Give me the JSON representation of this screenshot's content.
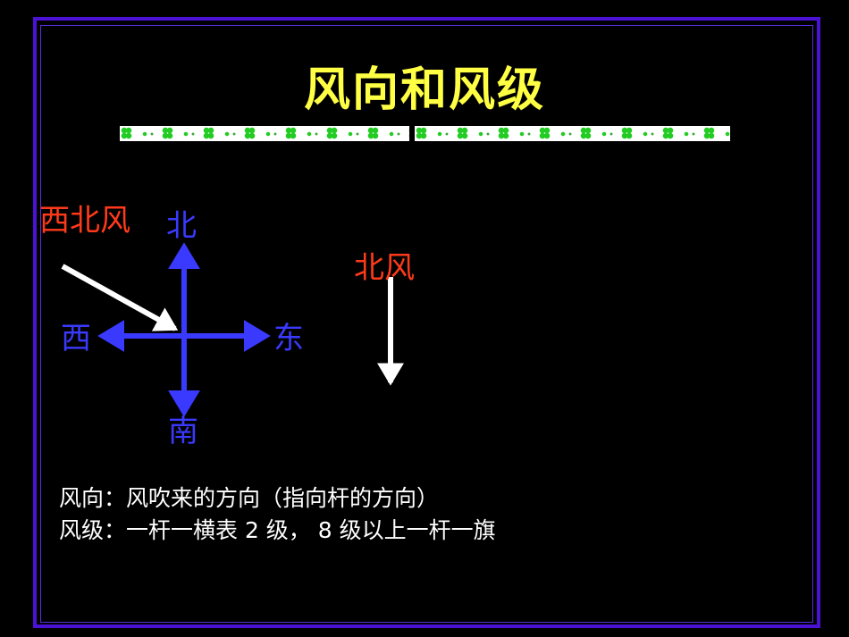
{
  "slide": {
    "title": "风向和风级",
    "compass": {
      "north": "北",
      "south": "南",
      "west": "西",
      "east": "东"
    },
    "example_nw": {
      "label": "西北风"
    },
    "example_n": {
      "label": "北风"
    },
    "notes": [
      "风向：风吹来的方向（指向杆的方向）",
      "风级：一杆一横表 2 级， 8 级以上一杆一旗"
    ],
    "colors": {
      "background": "#000000",
      "frame": "#4b12d6",
      "title": "#ffff44",
      "compass": "#3a3aff",
      "wind_label": "#ff3a1a",
      "arrow": "#ffffff",
      "notes": "#ffffff"
    }
  }
}
